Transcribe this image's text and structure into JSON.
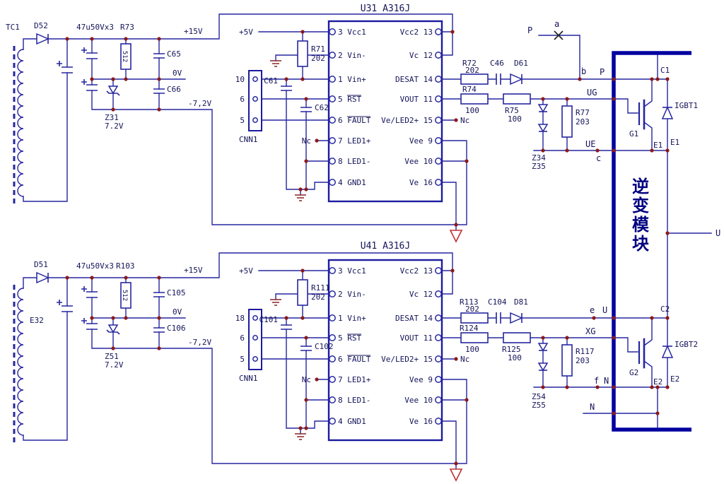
{
  "module": {
    "label": "逆变模块",
    "output_label": "U"
  },
  "top": {
    "supply": {
      "transformer": "TC1",
      "diode": "D52",
      "cap_bank": "47u50Vx3",
      "res": "R73",
      "res_val": "512",
      "rail_15": "+15V",
      "rail_0": "0V",
      "rail_neg": "-7,2V",
      "cap_a": "C65",
      "cap_b": "C66",
      "zener": "Z31",
      "zener_val": "7.2V"
    },
    "ic": {
      "title": "U31 A316J",
      "pins_left": [
        "3 Vcc1",
        "2 Vin-",
        "1 Vin+",
        "5 RST",
        "6 FAULT",
        "7 LED1+",
        "8 LED1-",
        "4 GND1"
      ],
      "pins_right": [
        "Vcc2 13",
        "Vc 12",
        "DESAT 14",
        "VOUT 11",
        "Ve/LED2+ 15",
        "Vee 9",
        "Vee 10",
        "Ve 16"
      ]
    },
    "input": {
      "v5": "+5V",
      "res": "R71",
      "res_val": "202",
      "cap1": "C61",
      "cap2": "C62",
      "conn": "CNN1",
      "conn_pins": [
        "10",
        "6",
        "5"
      ],
      "nc_led": "Nc",
      "nc_ve": "Nc"
    },
    "output": {
      "r_desat": "R72",
      "r_desat_val": "202",
      "c_desat": "C46",
      "d_desat": "D61",
      "r_out": "R74",
      "r_out_val": "100",
      "r_gate": "R75",
      "r_gate_val": "100",
      "z1": "Z34",
      "z2": "Z35",
      "r_ge": "R77",
      "r_ge_val": "203"
    },
    "nodes": {
      "p_src": "P",
      "a": "a",
      "b": "b",
      "p_term": "P",
      "ug": "UG",
      "ue": "UE",
      "c": "c"
    },
    "igbt": {
      "name": "IGBT1",
      "c": "C1",
      "g": "G1",
      "e1": "E1",
      "e2": "E1"
    }
  },
  "bottom": {
    "supply": {
      "transformer": "E32",
      "diode": "D51",
      "cap_bank": "47u50Vx3",
      "res": "R103",
      "res_val": "512",
      "rail_15": "+15V",
      "rail_0": "0V",
      "rail_neg": "-7,2V",
      "cap_a": "C105",
      "cap_b": "C106",
      "zener": "Z51",
      "zener_val": "7.2V"
    },
    "ic": {
      "title": "U41 A316J",
      "pins_left": [
        "3 Vcc1",
        "2 Vin-",
        "1 Vin+",
        "5 RST",
        "6 FAULT",
        "7 LED1+",
        "8 LED1-",
        "4 GND1"
      ],
      "pins_right": [
        "Vcc2 13",
        "Vc 12",
        "DESAT 14",
        "VOUT 11",
        "Ve/LED2+ 15",
        "Vee 9",
        "Vee 10",
        "Ve 16"
      ]
    },
    "input": {
      "v5": "+5V",
      "res": "R111",
      "res_val": "202",
      "cap1": "C101",
      "cap2": "C102",
      "conn": "CNN1",
      "conn_pins": [
        "18",
        "6",
        "5"
      ],
      "nc_led": "Nc",
      "nc_ve": "Nc"
    },
    "output": {
      "r_desat": "R113",
      "r_desat_val": "202",
      "c_desat": "C104",
      "d_desat": "D81",
      "r_out": "R124",
      "r_out_val": "100",
      "r_gate": "R125",
      "r_gate_val": "100",
      "z1": "Z54",
      "z2": "Z55",
      "r_ge": "R117",
      "r_ge_val": "203"
    },
    "nodes": {
      "e": "e",
      "u_term": "U",
      "xg": "XG",
      "f": "f",
      "n1": "N",
      "n2": "N"
    },
    "igbt": {
      "name": "IGBT2",
      "c": "C2",
      "g": "G2",
      "e1": "E2",
      "e2": "E2"
    }
  }
}
